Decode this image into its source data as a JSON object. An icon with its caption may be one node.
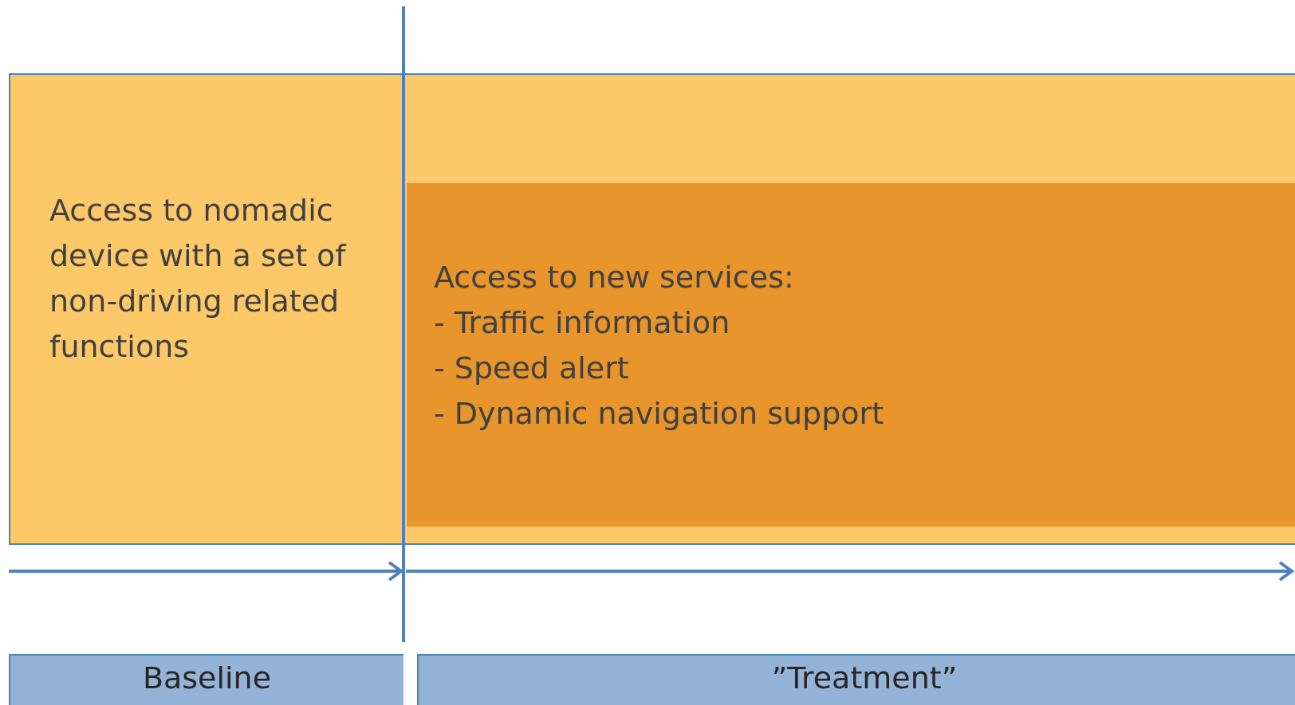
{
  "diagram": {
    "nodes": [
      {
        "text": [
          "Access to nomadic device with a set of non-driving related functions"
        ]
      },
      {
        "text": [
          "Access to new services:",
          "- Traffic information",
          "- Speed alert",
          "- Dynamic navigation support"
        ],
        "in": 0
      },
      {
        "text": [
          "Baseline"
        ]
      },
      {
        "text": [
          "”Treatment”"
        ]
      }
    ]
  }
}
